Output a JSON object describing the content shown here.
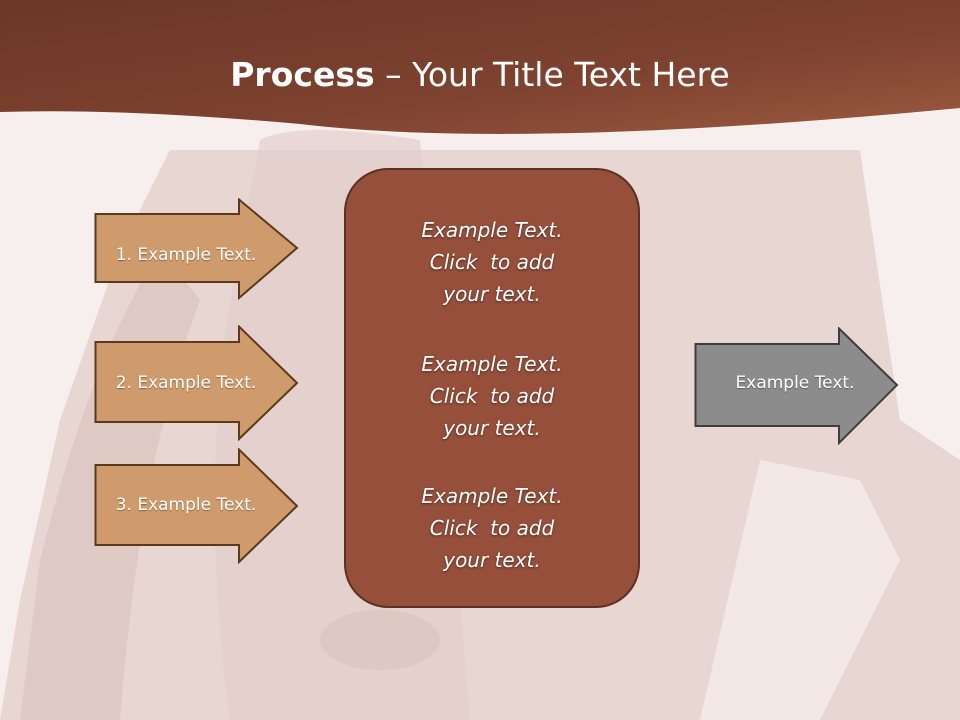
{
  "slide": {
    "title_bold": "Process",
    "title_rest": " – Your Title Text Here",
    "left_arrows": [
      {
        "label": "1. Example Text."
      },
      {
        "label": "2. Example Text."
      },
      {
        "label": "3. Example Text."
      }
    ],
    "center_blocks": [
      {
        "lines": [
          "Example Text.",
          "Click  to add",
          "your text."
        ]
      },
      {
        "lines": [
          "Example Text.",
          "Click  to add",
          "your text."
        ]
      },
      {
        "lines": [
          "Example Text.",
          "Click  to add",
          "your text."
        ]
      }
    ],
    "right_arrow": {
      "label": "Example Text."
    }
  },
  "colors": {
    "header_brown": "#7a3f2c",
    "left_arrow_fill": "#cf9b6c",
    "left_arrow_border": "#5b3a1c",
    "center_box_fill": "#954f3b",
    "right_arrow_fill": "#8c8c8c"
  }
}
